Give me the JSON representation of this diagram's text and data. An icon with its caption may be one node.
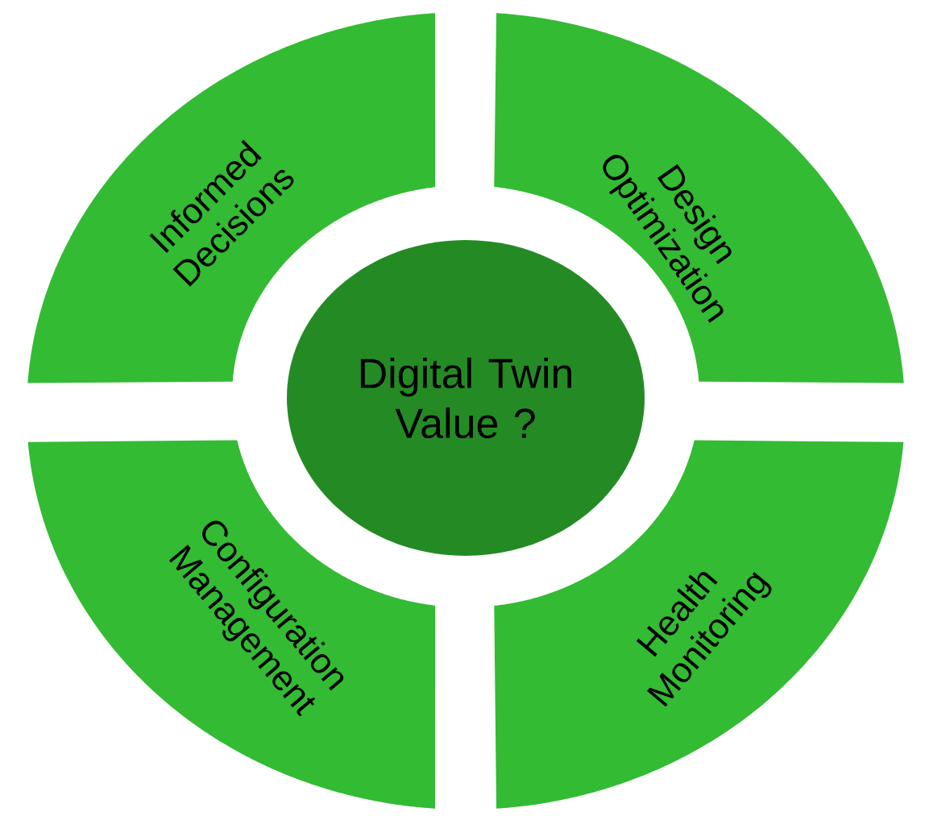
{
  "diagram": {
    "nodes": [
      {
        "text": [
          "Informed Decisions"
        ]
      },
      {
        "text": [
          "Design Optimization"
        ]
      },
      {
        "text": [
          "Digital Twin Value ?"
        ]
      },
      {
        "text": [
          "Configuration Management"
        ]
      },
      {
        "text": [
          "Health Monitoring"
        ]
      }
    ]
  }
}
